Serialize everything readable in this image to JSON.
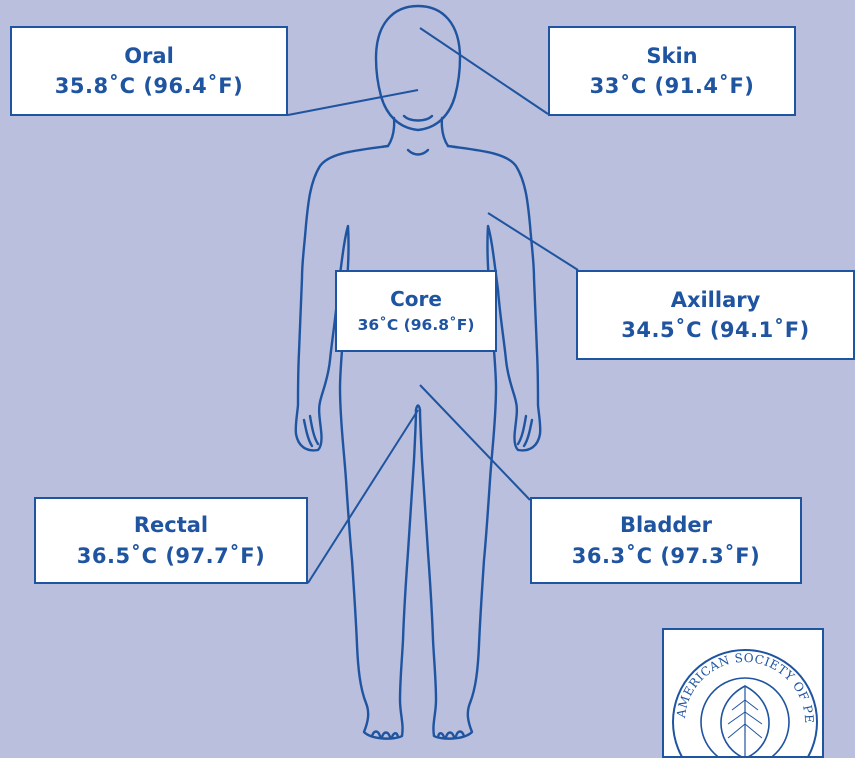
{
  "labels": {
    "oral": {
      "name": "Oral",
      "value": "35.8˚C (96.4˚F)"
    },
    "skin": {
      "name": "Skin",
      "value": "33˚C (91.4˚F)"
    },
    "core": {
      "name": "Core",
      "value": "36˚C (96.8˚F)"
    },
    "axillary": {
      "name": "Axillary",
      "value": "34.5˚C (94.1˚F)"
    },
    "rectal": {
      "name": "Rectal",
      "value": "36.5˚C (97.7˚F)"
    },
    "bladder": {
      "name": "Bladder",
      "value": "36.3˚C (97.3˚F)"
    }
  },
  "logo": {
    "text": "AMERICAN SOCIETY OF PERIANESTHESIA NURSES"
  },
  "colors": {
    "background": "#b9bfdc",
    "line": "#1f54a0",
    "box": "#ffffff"
  }
}
